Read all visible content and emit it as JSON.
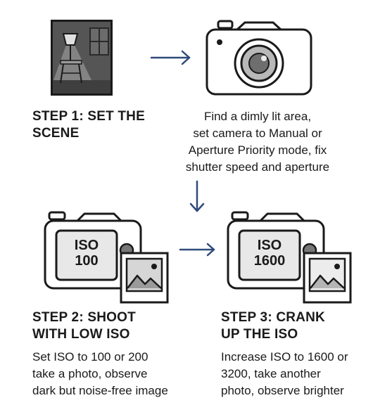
{
  "steps": [
    {
      "title": "STEP 1: SET THE\nSCENE",
      "description": "Find a dimly lit area,\nset camera to Manual or\nAperture Priority mode, fix\nshutter speed and aperture"
    },
    {
      "title": "STEP 2: SHOOT\nWITH LOW ISO",
      "description": "Set ISO to 100 or 200\ntake a photo, observe\ndark but noise-free image",
      "iso_label": "ISO",
      "iso_value": "100"
    },
    {
      "title": "STEP 3: CRANK\nUP THE ISO",
      "description": "Increase ISO to 1600 or\n3200, take another\nphoto, observe brighter",
      "iso_label": "ISO",
      "iso_value": "1600"
    }
  ],
  "colors": {
    "arrow": "#2e4a7a",
    "ink": "#1a1a1a",
    "room_dark": "#4a4a4a",
    "room_mid": "#7a7a7a",
    "room_light": "#bdbdbd",
    "screen_fill": "#e8e8e8",
    "photo_fill": "#d6d6d6"
  },
  "icons": [
    "dim-room-scene-icon",
    "camera-icon",
    "camera-iso-icon",
    "photo-thumbnail-icon",
    "arrow-right-icon",
    "arrow-down-icon"
  ]
}
